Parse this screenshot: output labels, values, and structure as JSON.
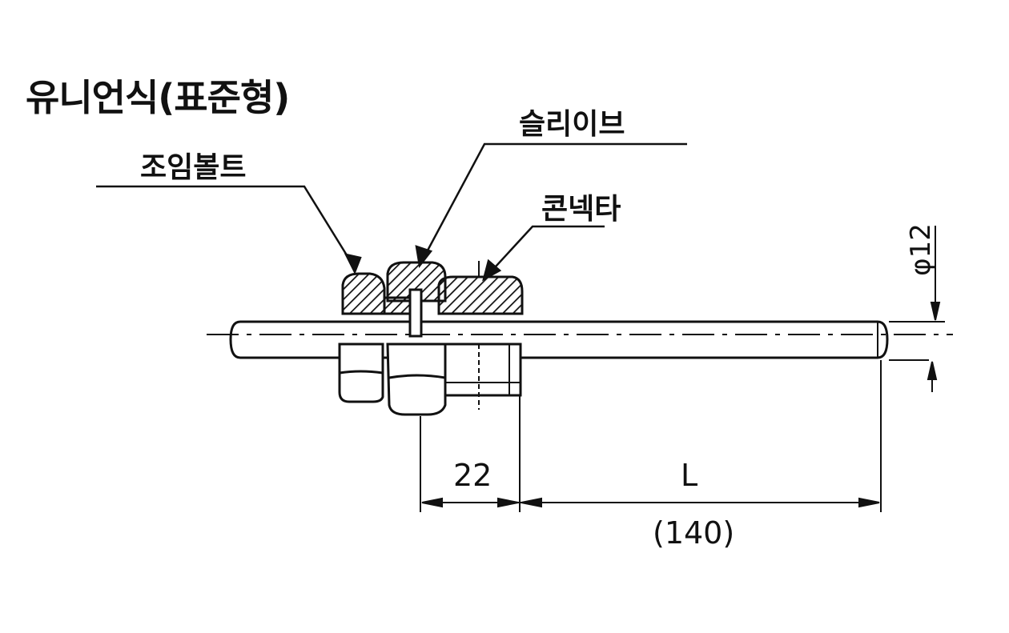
{
  "title": "유니언식(표준형)",
  "labels": {
    "joint_bolt": "조임볼트",
    "sleeve": "슬리이브",
    "connector": "콘넥타"
  },
  "dimensions": {
    "thread_length": "22",
    "length": "L",
    "length_default": "(140)",
    "diameter": "φ12"
  }
}
